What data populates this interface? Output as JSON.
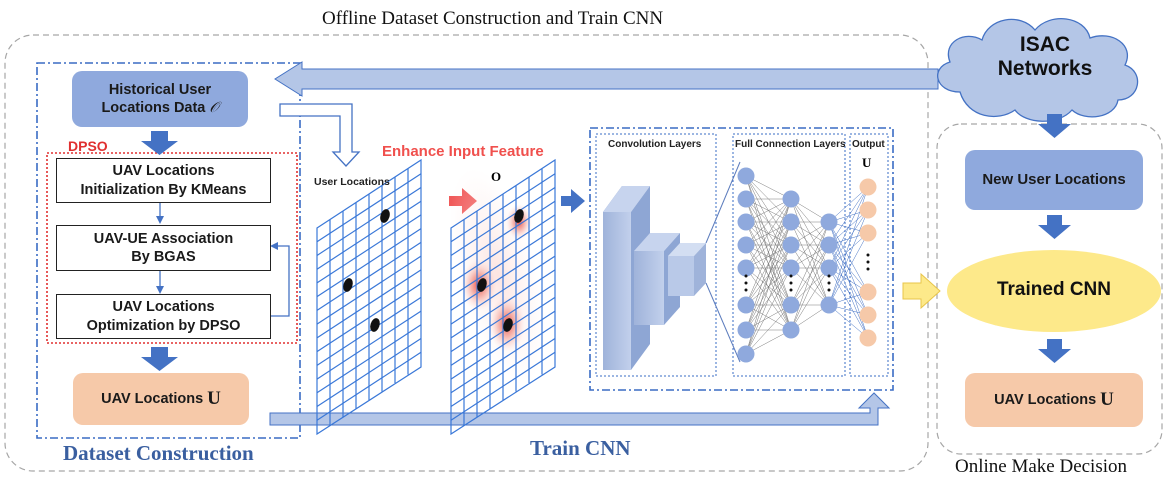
{
  "titles": {
    "top": "Offline Dataset Construction and Train CNN",
    "dataset_construction": "Dataset Construction",
    "train_cnn": "Train CNN",
    "online": "Online Make Decision"
  },
  "cloud": {
    "line1": "ISAC",
    "line2": "Networks"
  },
  "dataset": {
    "historical_line1": "Historical User",
    "historical_line2": "Locations Data",
    "historical_symbol": "𝒪",
    "dpso_label": "DPSO",
    "step1_line1": "UAV Locations",
    "step1_line2": "Initialization By KMeans",
    "step2_line1": "UAV-UE Association",
    "step2_line2": "By BGAS",
    "step3_line1": "UAV Locations",
    "step3_line2": "Optimization by DPSO",
    "output_text": "UAV Locations",
    "output_symbol": "U"
  },
  "feature": {
    "enhance_label": "Enhance Input Feature",
    "user_locations_label": "User Locations",
    "o_label": "O"
  },
  "cnn": {
    "conv_label": "Convolution Layers",
    "fc_label": "Full Connection Layers",
    "output_label": "Output",
    "u_label": "U"
  },
  "online": {
    "new_user": "New User Locations",
    "trained_cnn": "Trained CNN",
    "uav_text": "UAV Locations",
    "uav_symbol": "U"
  },
  "colors": {
    "dash_gray": "#a6a6a6",
    "dash_blue": "#3a6cc4",
    "dpso_red": "#e03030",
    "box_blue": "#8fa9dd",
    "box_orange": "#f6c9a9",
    "arrow_blue": "#4472c4",
    "ellipse_yellow": "#fde98a",
    "node_blue": "#8fa9dd",
    "node_orange": "#f6c9a9"
  }
}
